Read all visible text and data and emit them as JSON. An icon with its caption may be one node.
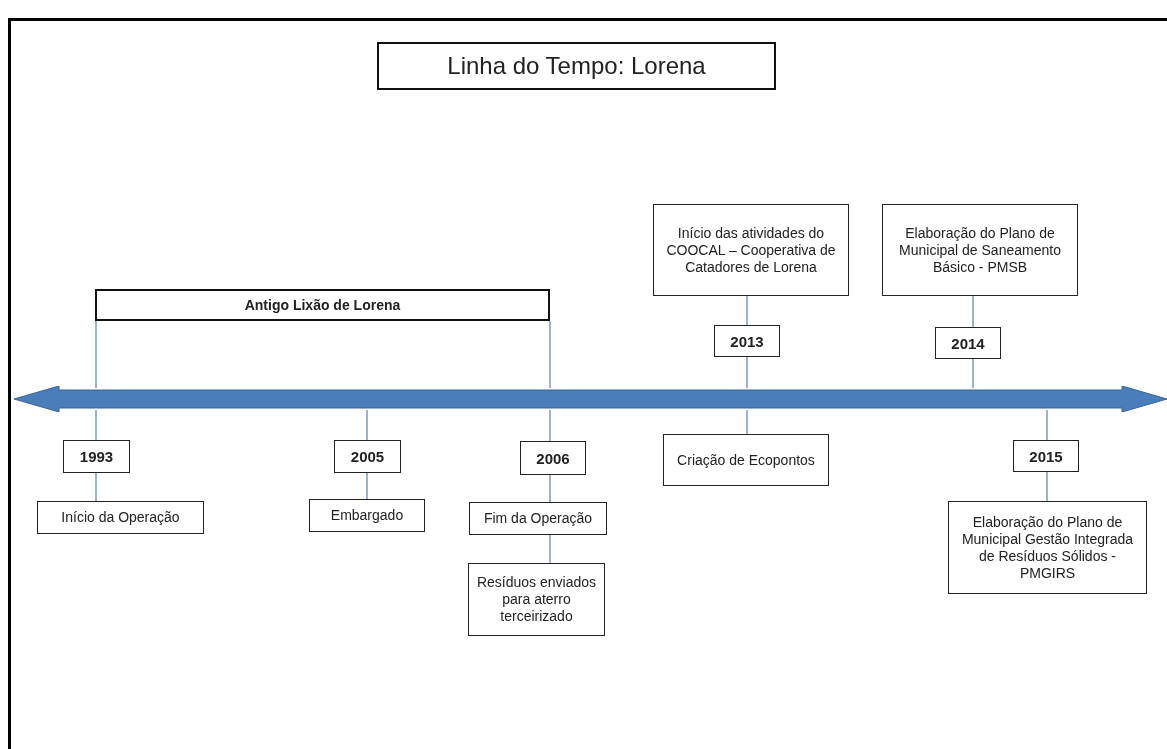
{
  "diagram": {
    "nodes": [
      {
        "text": [
          "Linha do Tempo: Lorena"
        ]
      },
      {
        "text": [
          "Antigo Lixão de Lorena"
        ]
      },
      {
        "text": [],
        "shape": "bar"
      },
      {
        "text": [
          "1993"
        ]
      },
      {
        "text": [
          "Início da Operação"
        ]
      },
      {
        "text": [
          "2005"
        ]
      },
      {
        "text": [
          "Embargado"
        ]
      },
      {
        "text": [
          "2006"
        ]
      },
      {
        "text": [
          "Fim da Operação"
        ]
      },
      {
        "text": [
          "Resíduos enviados para aterro terceirizado"
        ]
      },
      {
        "text": [
          "Início das atividades do COOCAL – Cooperativa de Catadores de Lorena"
        ]
      },
      {
        "text": [
          "2013"
        ]
      },
      {
        "text": [
          "Criação de Ecopontos"
        ]
      },
      {
        "text": [
          "Elaboração do Plano de Municipal de Saneamento Básico - PMSB"
        ]
      },
      {
        "text": [
          "2014"
        ]
      },
      {
        "text": [
          "2015"
        ]
      },
      {
        "text": [
          "Elaboração do Plano de Municipal Gestão Integrada de Resíduos Sólidos - PMGIRS"
        ]
      }
    ],
    "edges": [
      {
        "from": 1,
        "to": 2,
        "arrow": "none"
      },
      {
        "from": 2,
        "to": 3,
        "arrow": "none"
      },
      {
        "from": 3,
        "to": 4,
        "arrow": "none"
      },
      {
        "from": 2,
        "to": 5,
        "arrow": "none"
      },
      {
        "from": 5,
        "to": 6,
        "arrow": "none"
      },
      {
        "from": 1,
        "to": 2,
        "arrow": "none"
      },
      {
        "from": 2,
        "to": 7,
        "arrow": "none"
      },
      {
        "from": 7,
        "to": 8,
        "arrow": "none"
      },
      {
        "from": 8,
        "to": 9,
        "arrow": "none"
      },
      {
        "from": 10,
        "to": 11,
        "arrow": "none"
      },
      {
        "from": 11,
        "to": 2,
        "arrow": "none"
      },
      {
        "from": 2,
        "to": 12,
        "arrow": "none"
      },
      {
        "from": 13,
        "to": 14,
        "arrow": "none"
      },
      {
        "from": 14,
        "to": 2,
        "arrow": "none"
      },
      {
        "from": 2,
        "to": 15,
        "arrow": "none"
      },
      {
        "from": 15,
        "to": 16,
        "arrow": "none"
      }
    ]
  }
}
